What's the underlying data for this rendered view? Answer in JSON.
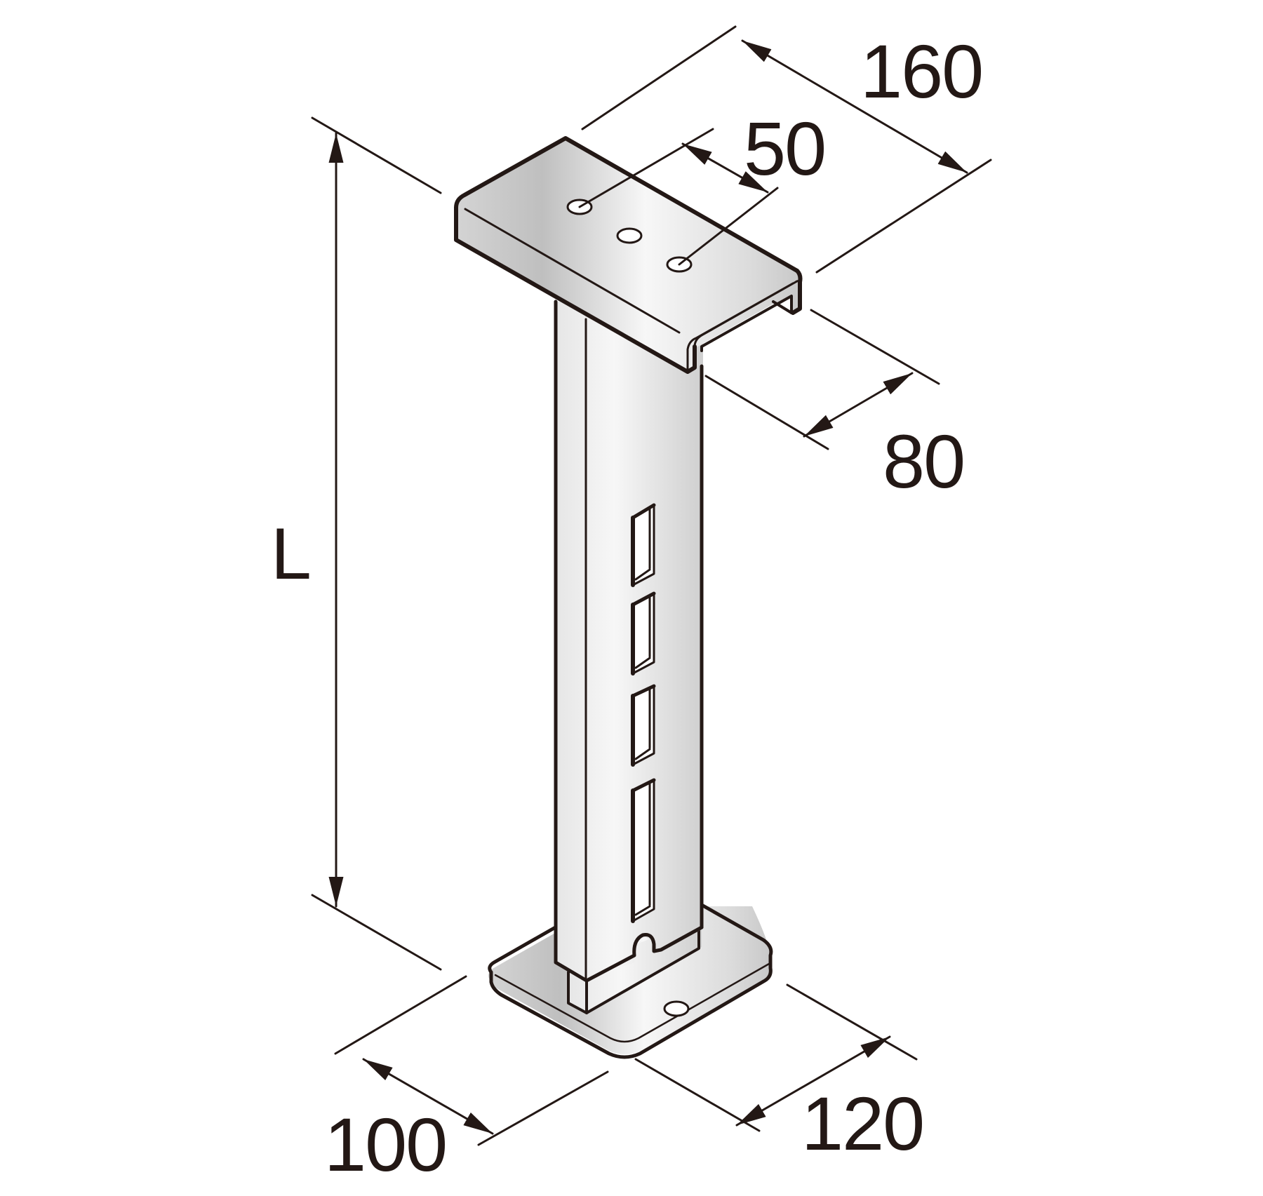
{
  "diagram": {
    "subject": "Steel column support bracket with C-channel top plate and square base plate",
    "colors": {
      "ink": "#231815",
      "metal_light": "#f4f4f4",
      "metal_mid": "#d9d9d9",
      "metal_dark": "#bdbdbd",
      "background": "#ffffff"
    },
    "dimensions": {
      "top_plate_length": {
        "label": "160",
        "part": "top-plate",
        "direction": "long side"
      },
      "hole_spacing": {
        "label": "50",
        "part": "top-plate",
        "direction": "between mounting holes"
      },
      "top_plate_width": {
        "label": "80",
        "part": "top-plate",
        "direction": "short side"
      },
      "overall_height": {
        "label": "L",
        "part": "column",
        "direction": "vertical"
      },
      "base_plate_width": {
        "label": "100",
        "part": "base-plate",
        "direction": "left side"
      },
      "base_plate_length": {
        "label": "120",
        "part": "base-plate",
        "direction": "right side"
      }
    },
    "features": {
      "top_plate_holes": 3,
      "column_slots": 4,
      "base_plate_holes": 1
    }
  }
}
